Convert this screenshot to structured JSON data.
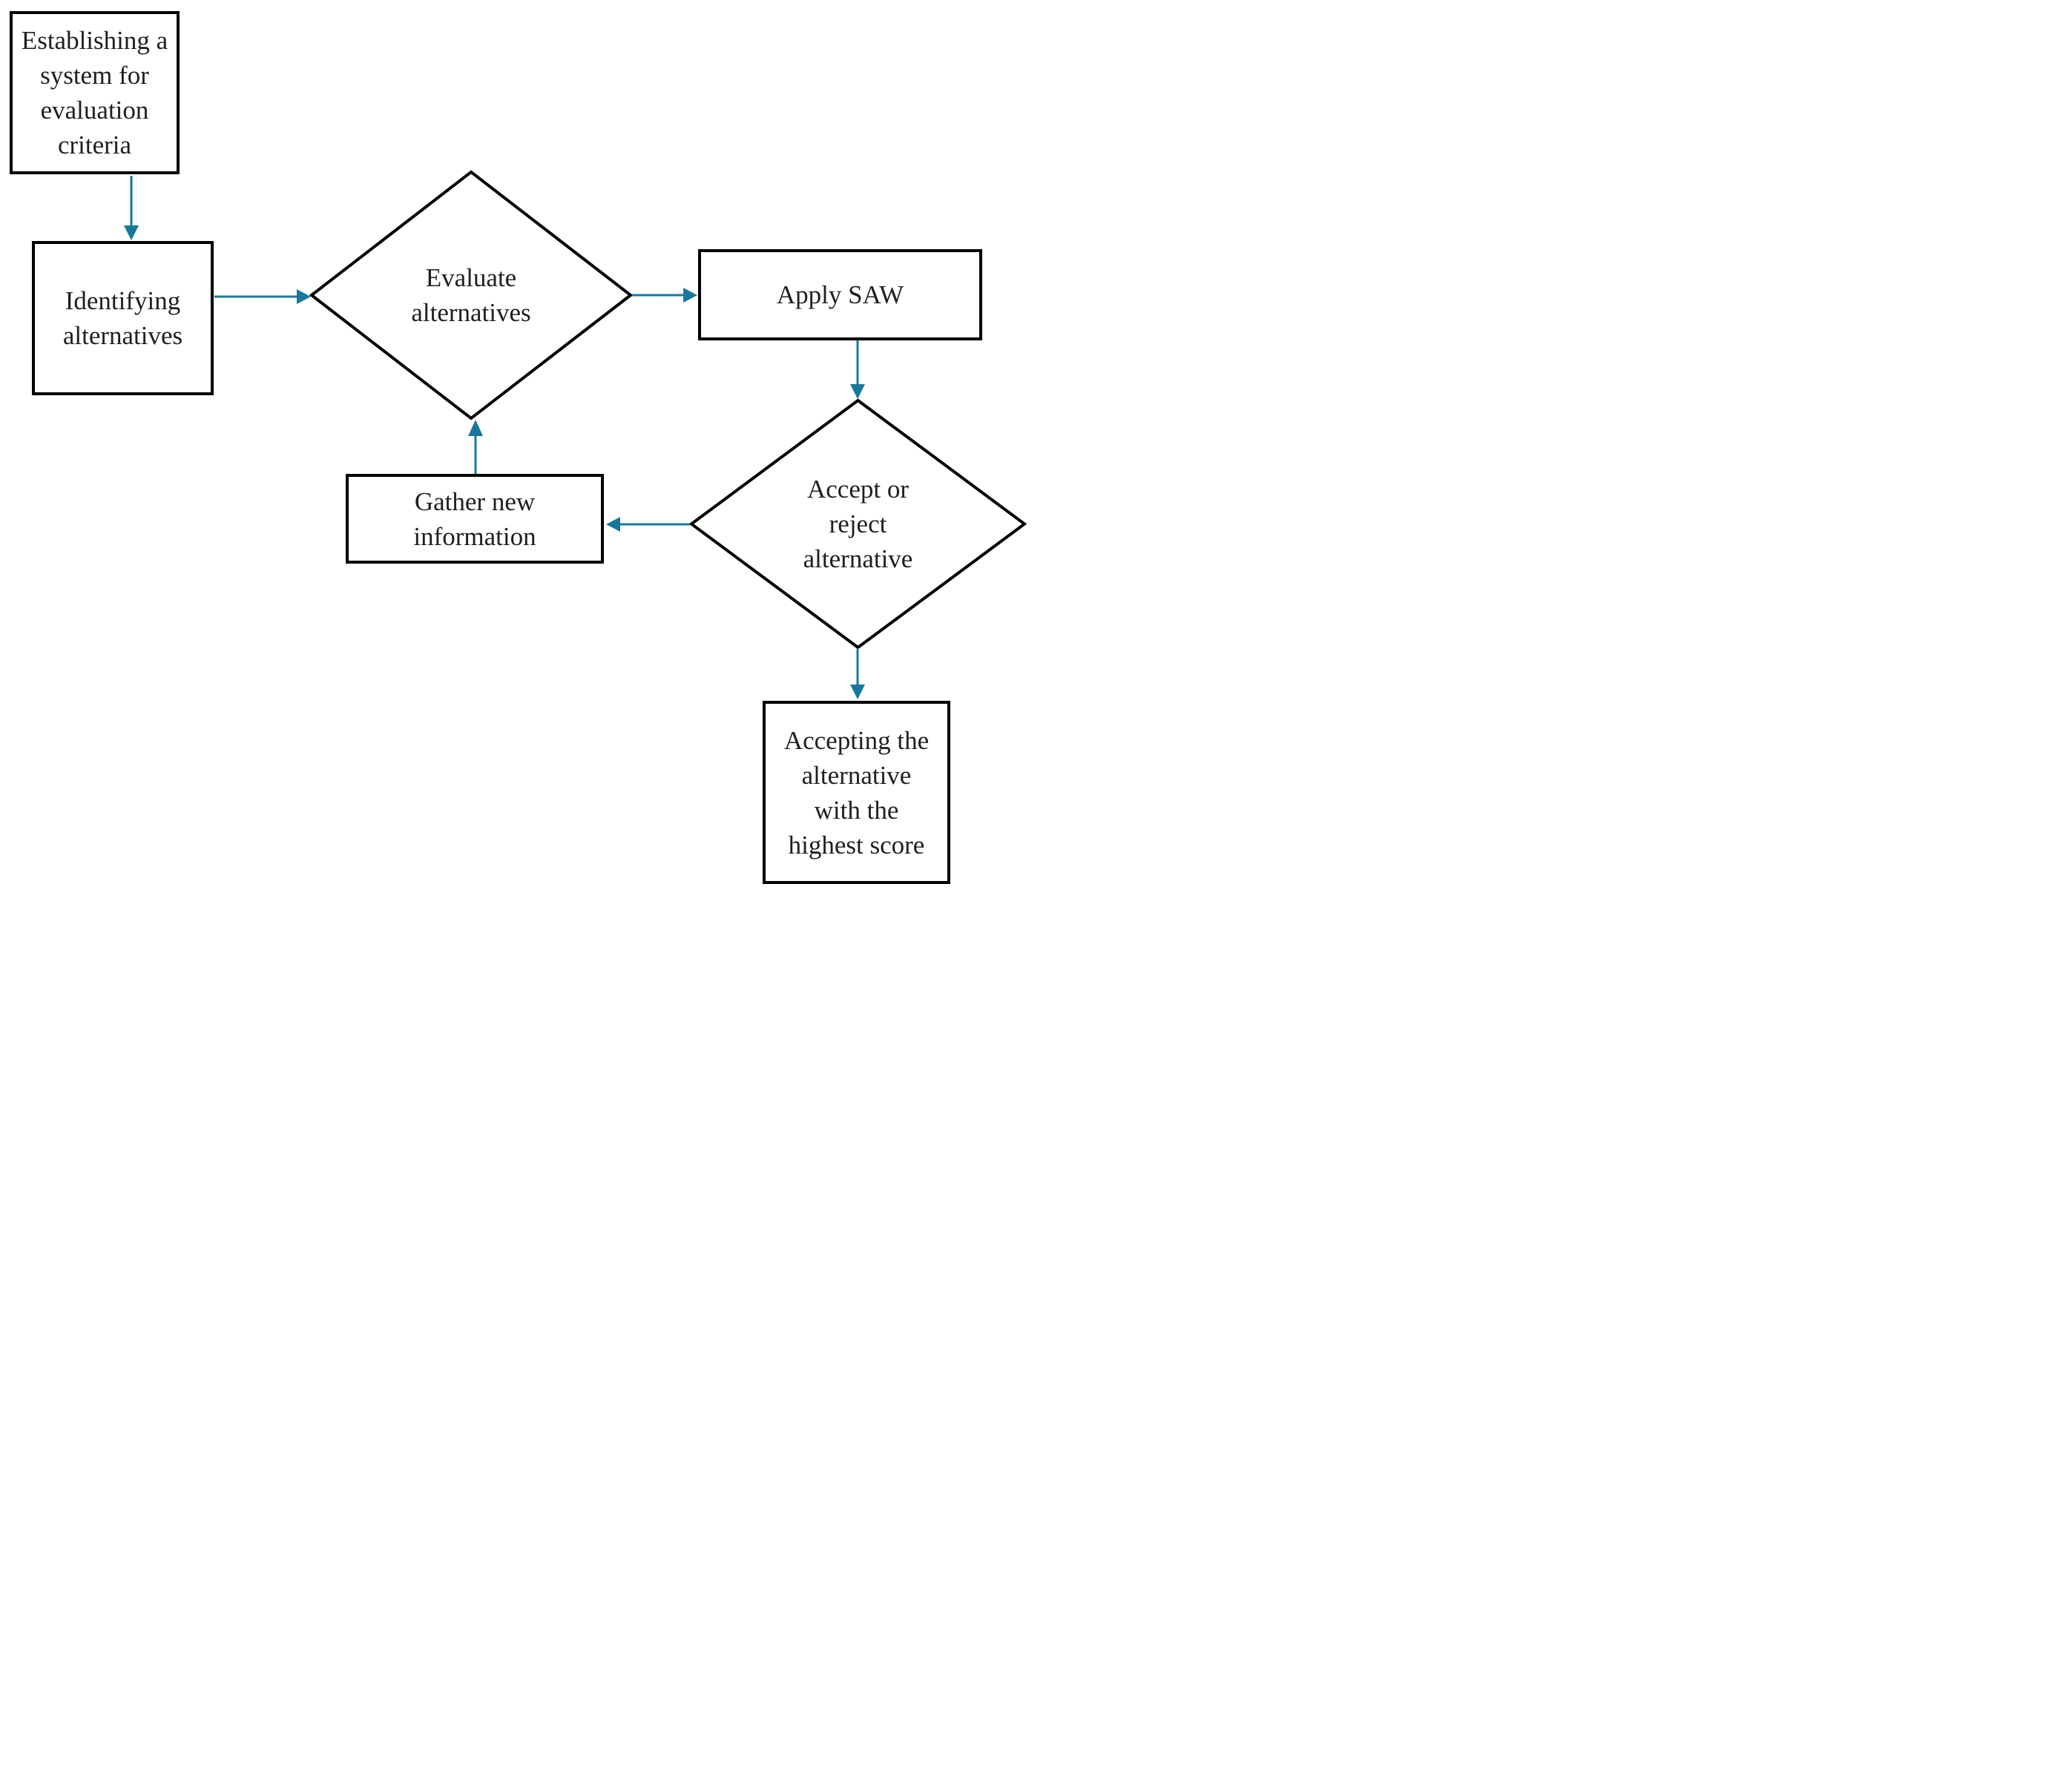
{
  "flowchart": {
    "type": "flowchart",
    "colors": {
      "background": "#ffffff",
      "node_border": "#000000",
      "node_fill": "#ffffff",
      "text": "#1f1f1f",
      "arrow": "#17789c"
    },
    "nodes": [
      {
        "id": "establish-criteria",
        "shape": "rectangle",
        "label": "Establishing a\nsystem for\nevaluation\ncriteria"
      },
      {
        "id": "identify-alternatives",
        "shape": "rectangle",
        "label": "Identifying\nalternatives"
      },
      {
        "id": "evaluate-alternatives",
        "shape": "diamond",
        "label": "Evaluate\nalternatives"
      },
      {
        "id": "apply-saw",
        "shape": "rectangle",
        "label": "Apply SAW"
      },
      {
        "id": "accept-or-reject",
        "shape": "diamond",
        "label": "Accept or\nreject\nalternative"
      },
      {
        "id": "gather-new-information",
        "shape": "rectangle",
        "label": "Gather new\ninformation"
      },
      {
        "id": "accept-highest-score",
        "shape": "rectangle",
        "label": "Accepting the\nalternative\nwith the\nhighest score"
      }
    ],
    "edges": [
      {
        "from": "establish-criteria",
        "to": "identify-alternatives"
      },
      {
        "from": "identify-alternatives",
        "to": "evaluate-alternatives"
      },
      {
        "from": "evaluate-alternatives",
        "to": "apply-saw"
      },
      {
        "from": "apply-saw",
        "to": "accept-or-reject"
      },
      {
        "from": "accept-or-reject",
        "to": "accept-highest-score"
      },
      {
        "from": "accept-or-reject",
        "to": "gather-new-information"
      },
      {
        "from": "gather-new-information",
        "to": "evaluate-alternatives"
      }
    ]
  }
}
